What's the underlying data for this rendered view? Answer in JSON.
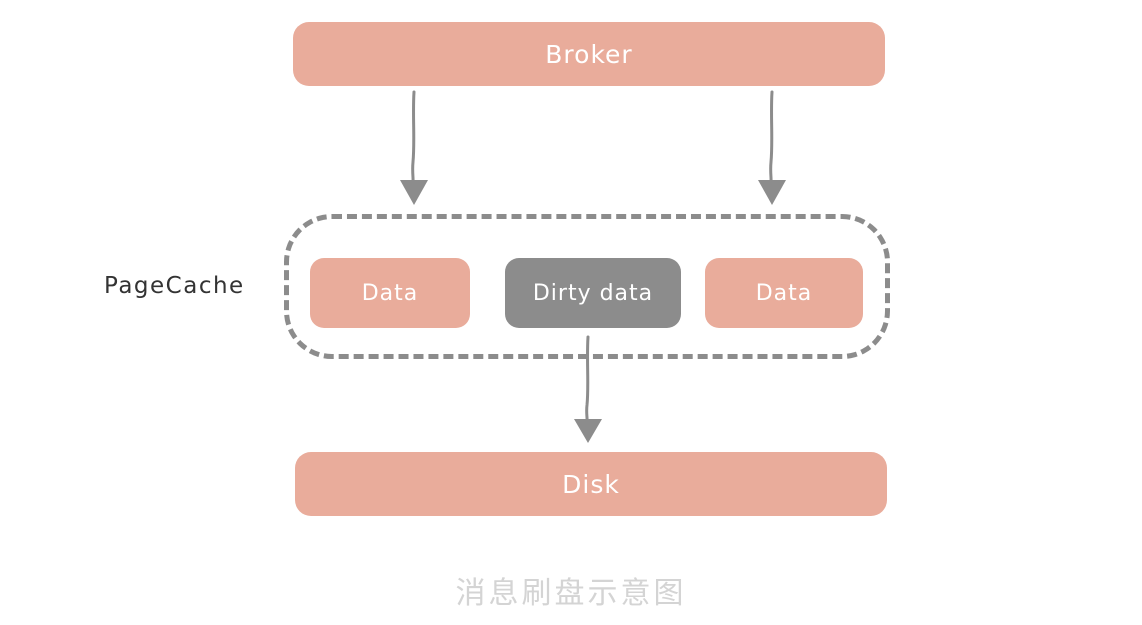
{
  "diagram": {
    "caption": "消息刷盘示意图",
    "colors": {
      "salmon": "#e9ac9b",
      "gray": "#8c8c8c",
      "arrow": "#8c8c8c",
      "caption": "#d4d4d4",
      "label": "#333333",
      "node_text": "#ffffff",
      "background": "#ffffff"
    },
    "nodes": {
      "broker": {
        "label": "Broker"
      },
      "disk": {
        "label": "Disk"
      }
    },
    "pagecache": {
      "label": "PageCache",
      "cells": [
        {
          "label": "Data",
          "kind": "clean"
        },
        {
          "label": "Dirty data",
          "kind": "dirty"
        },
        {
          "label": "Data",
          "kind": "clean"
        }
      ]
    },
    "arrows": [
      {
        "name": "broker-to-cache-left",
        "from": "broker",
        "to": "pagecache"
      },
      {
        "name": "broker-to-cache-right",
        "from": "broker",
        "to": "pagecache"
      },
      {
        "name": "dirty-to-disk",
        "from": "dirty-data",
        "to": "disk"
      }
    ]
  }
}
